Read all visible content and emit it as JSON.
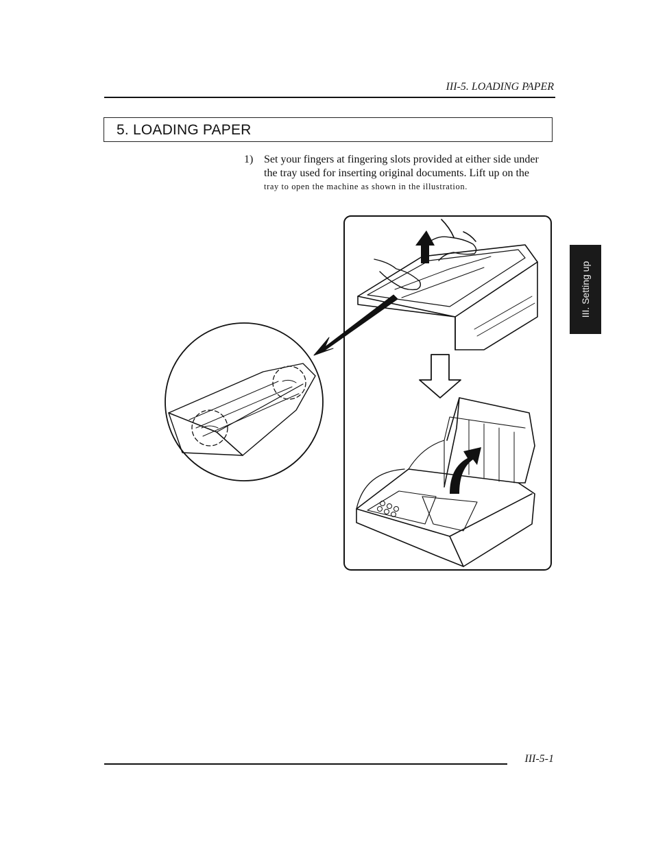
{
  "header": {
    "running_title": "III-5. LOADING PAPER"
  },
  "section": {
    "title": "5. LOADING PAPER"
  },
  "step1": {
    "number": "1)",
    "line1": "Set your fingers at fingering slots provided at either side under",
    "line2": "the tray used for inserting original documents. Lift up on the",
    "line3": "tray to open the machine as shown in the illustration."
  },
  "side_tab": {
    "label": "III. Setting up"
  },
  "footer": {
    "page_number": "III-5-1"
  },
  "illustration": {
    "panels": [
      "closed-fax-hands-lifting-tray-icon",
      "down-arrow-icon",
      "open-fax-lifted-tray-icon",
      "fingering-slot-closeup-icon"
    ]
  }
}
